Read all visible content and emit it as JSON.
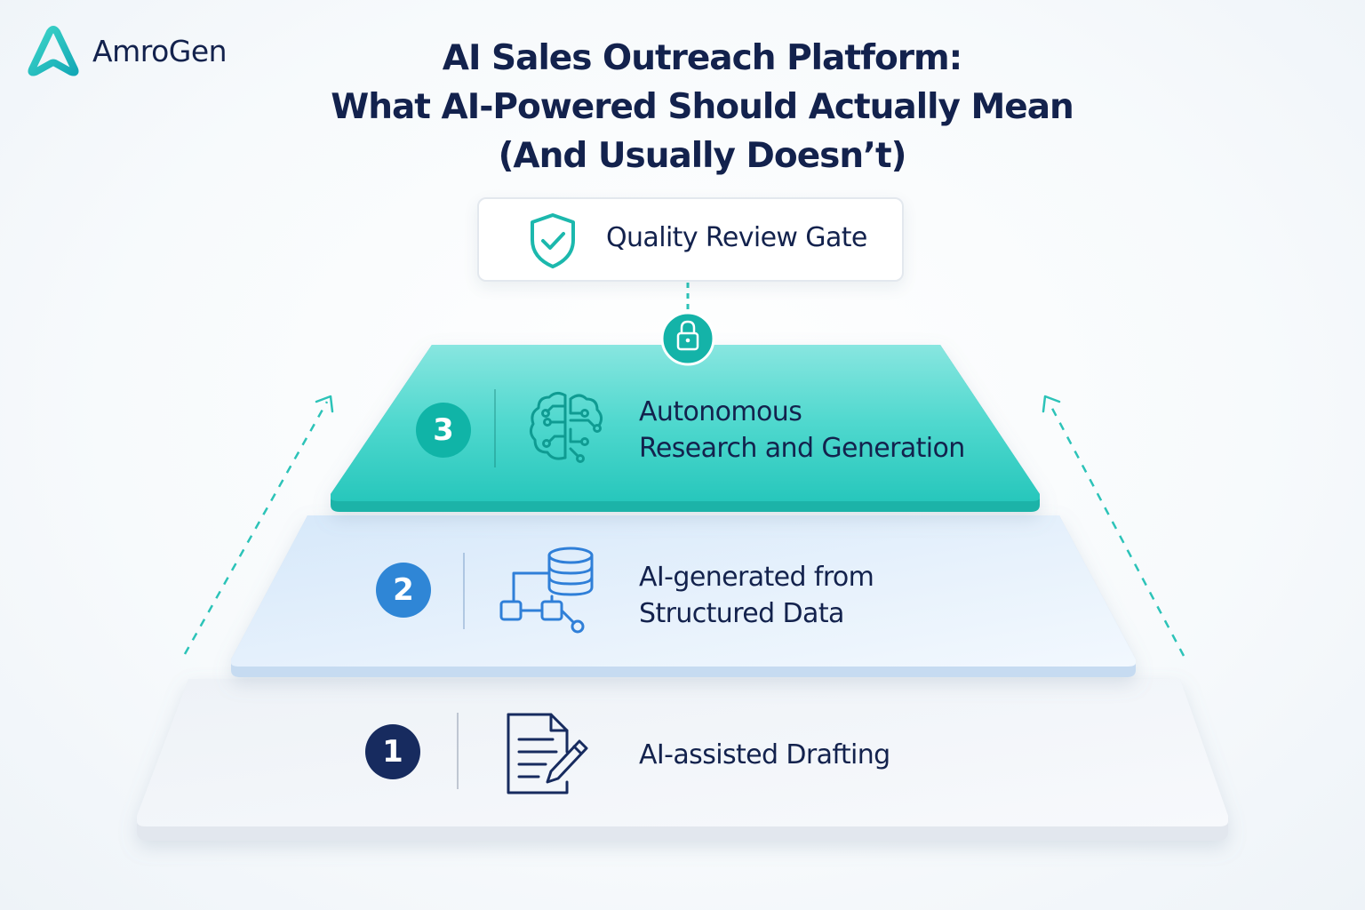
{
  "brand": {
    "name": "AmroGen",
    "logo_icon": "stylized-a-logo-icon",
    "color": "#19b8b0"
  },
  "title": {
    "lines": [
      "AI Sales Outreach Platform:",
      "What AI-Powered Should Actually Mean",
      "(And Usually Doesn’t)"
    ]
  },
  "gate": {
    "label": "Quality Review Gate",
    "icon": "shield-check-icon",
    "connector_icon": "lock-icon"
  },
  "levels": [
    {
      "number": "3",
      "lines": [
        "Autonomous",
        "Research and Generation"
      ],
      "icon": "brain-circuit-icon",
      "color": "#2fd0c4"
    },
    {
      "number": "2",
      "lines": [
        "AI-generated from",
        "Structured Data"
      ],
      "icon": "database-flow-icon",
      "color": "#dbeaf9"
    },
    {
      "number": "1",
      "lines": [
        "AI-assisted Drafting"
      ],
      "icon": "document-pen-icon",
      "color": "#f1f4f8"
    }
  ],
  "colors": {
    "teal": "#10b4a7",
    "blue": "#2f86d6",
    "navy": "#172b5f",
    "text": "#13224d"
  }
}
